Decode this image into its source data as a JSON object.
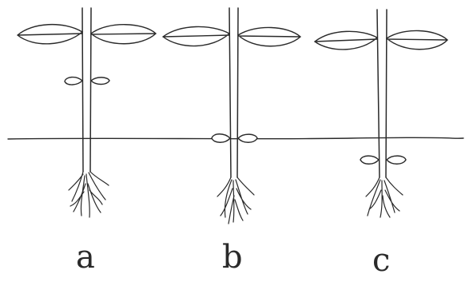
{
  "labels": {
    "a": "a",
    "b": "b",
    "c": "c"
  },
  "colors": {
    "ink": "#2a2a2a",
    "background": "#ffffff"
  }
}
